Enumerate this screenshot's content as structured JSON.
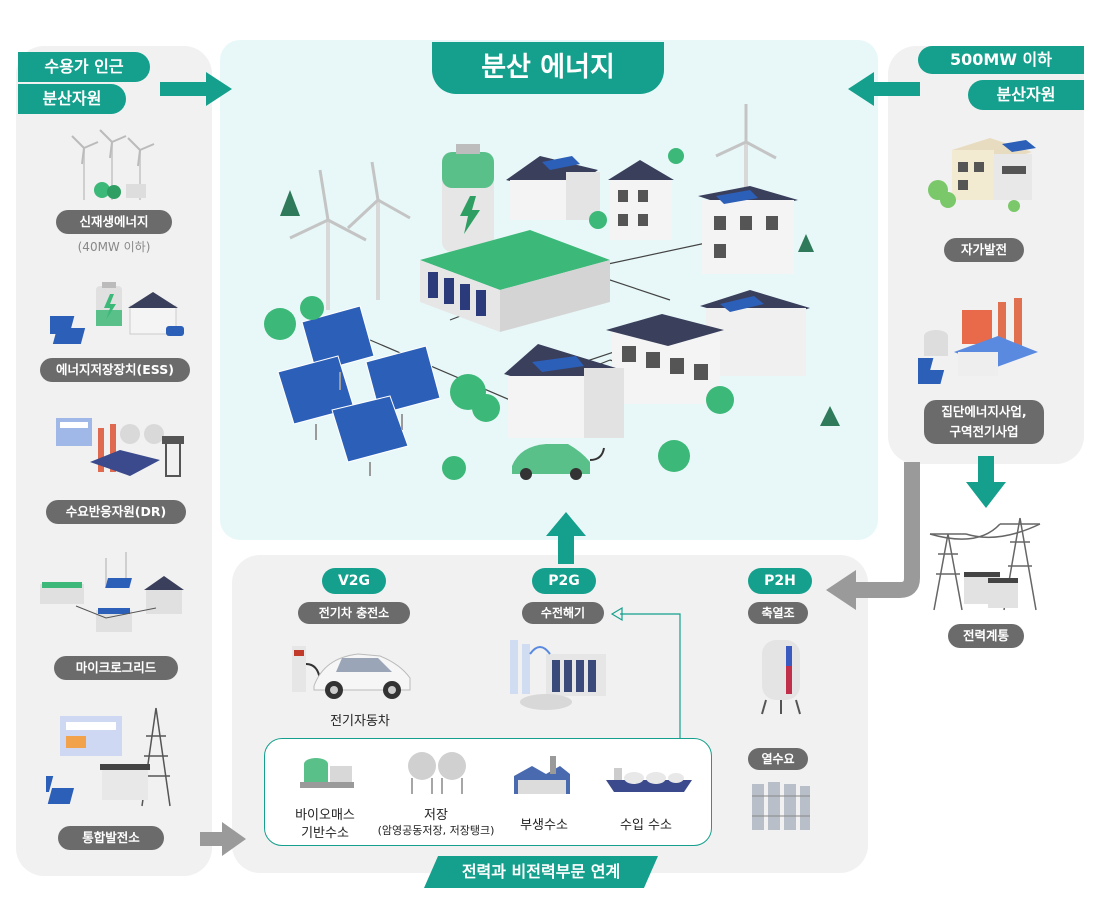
{
  "left": {
    "header_line1": "수용가 인근",
    "header_line2": "분산자원",
    "items": [
      {
        "label": "신재생에너지",
        "sub": "(40MW 이하)",
        "icon": "wind-turbine-icon"
      },
      {
        "label": "에너지저장장치(ESS)",
        "icon": "battery-storage-icon"
      },
      {
        "label": "수요반응자원(DR)",
        "icon": "factory-icon"
      },
      {
        "label": "마이크로그리드",
        "icon": "microgrid-icon"
      },
      {
        "label": "통합발전소",
        "icon": "power-plant-icon"
      }
    ]
  },
  "main": {
    "title": "분산 에너지"
  },
  "right": {
    "header_line1": "500MW 이하",
    "header_line2": "분산자원",
    "items": [
      {
        "label": "자가발전",
        "icon": "self-generation-icon"
      },
      {
        "label": "집단에너지사업,",
        "label2": "구역전기사업",
        "icon": "district-energy-icon"
      }
    ],
    "grid_label": "전력계통"
  },
  "bottom": {
    "footer_title": "전력과 비전력부문 연계",
    "v2g": {
      "tag": "V2G",
      "label": "전기차 충전소",
      "caption": "전기자동차"
    },
    "p2g": {
      "tag": "P2G",
      "label": "수전해기"
    },
    "p2h": {
      "tag": "P2H",
      "label": "축열조",
      "label2": "열수요"
    },
    "hydrogen": [
      {
        "line1": "바이오매스",
        "line2": "기반수소"
      },
      {
        "line1": "저장",
        "line2": "(암영공동저장, 저장탱크)"
      },
      {
        "line1": "부생수소"
      },
      {
        "line1": "수입 수소"
      }
    ]
  },
  "colors": {
    "teal": "#14a08c",
    "gray": "#6b6b6b",
    "arrow_gray": "#9a9a9a"
  }
}
